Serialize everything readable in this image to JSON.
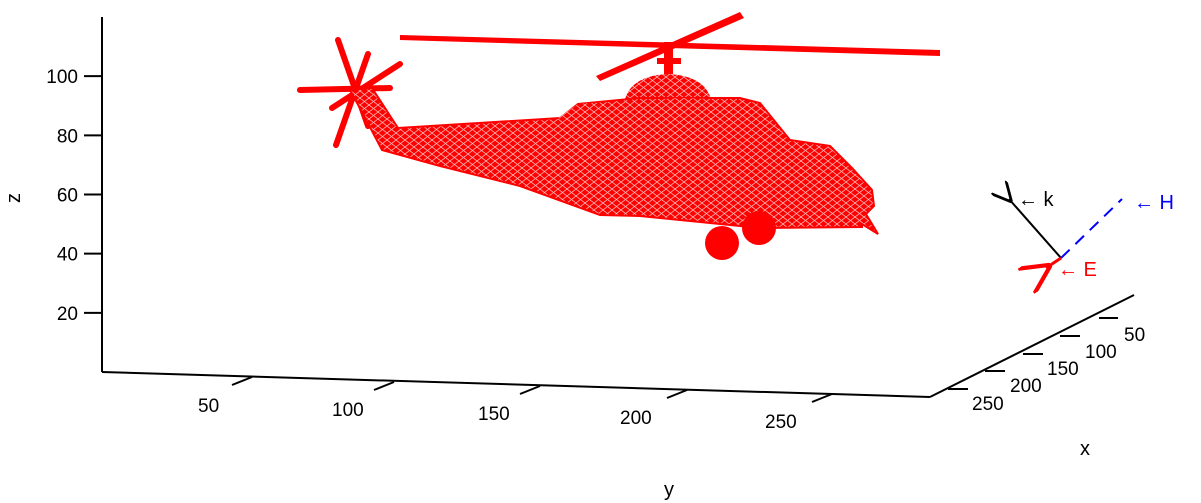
{
  "chart_data": {
    "type": "3d-surface-mesh",
    "title": "",
    "xlabel": "x",
    "ylabel": "y",
    "zlabel": "z",
    "x_ticks": [
      "50",
      "100",
      "150",
      "200",
      "250"
    ],
    "y_ticks": [
      "50",
      "100",
      "150",
      "200",
      "250"
    ],
    "z_ticks": [
      "20",
      "40",
      "60",
      "80",
      "100"
    ],
    "z_tick_values": [
      20,
      40,
      60,
      80,
      100
    ],
    "zlim": [
      0,
      120
    ],
    "model": "helicopter triangular mesh",
    "model_color": "#ff0000",
    "vectors": [
      {
        "label": "← k",
        "color": "#000000",
        "style": "solid"
      },
      {
        "label": "← H",
        "color": "#0000ff",
        "style": "dashed"
      },
      {
        "label": "← E",
        "color": "#ff0000",
        "style": "solid"
      }
    ]
  }
}
